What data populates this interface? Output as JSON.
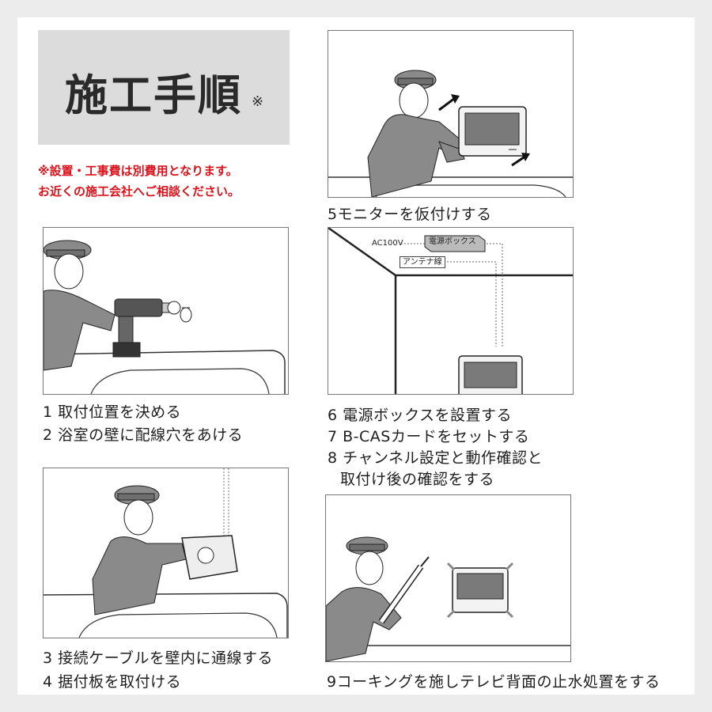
{
  "title": "施工手順",
  "title_mark": "※",
  "notes": [
    "※設置・工事費は別費用となります。",
    "お近くの施工会社へご相談ください。"
  ],
  "steps": {
    "s5": "5モニターを仮付けする",
    "s1": "1 取付位置を決める",
    "s2": "2 浴室の壁に配線穴をあける",
    "s6": "6 電源ボックスを設置する",
    "s7": "7 B-CASカードをセットする",
    "s8a": "8 チャンネル設定と動作確認と",
    "s8b": "取付け後の確認をする",
    "s3": "3 接続ケーブルを壁内に通線する",
    "s4": "4 据付板を取付ける",
    "s9": "9コーキングを施しテレビ背面の止水処置をする"
  },
  "diagram_labels": {
    "ac": "AC100V",
    "power_box": "電源ボックス",
    "antenna": "アンテナ線"
  },
  "colors": {
    "note_red": "#d9121b",
    "title_bg": "#dcdcdc",
    "worker_gray": "#8a8a8a",
    "screen_gray": "#7a7a7a"
  }
}
